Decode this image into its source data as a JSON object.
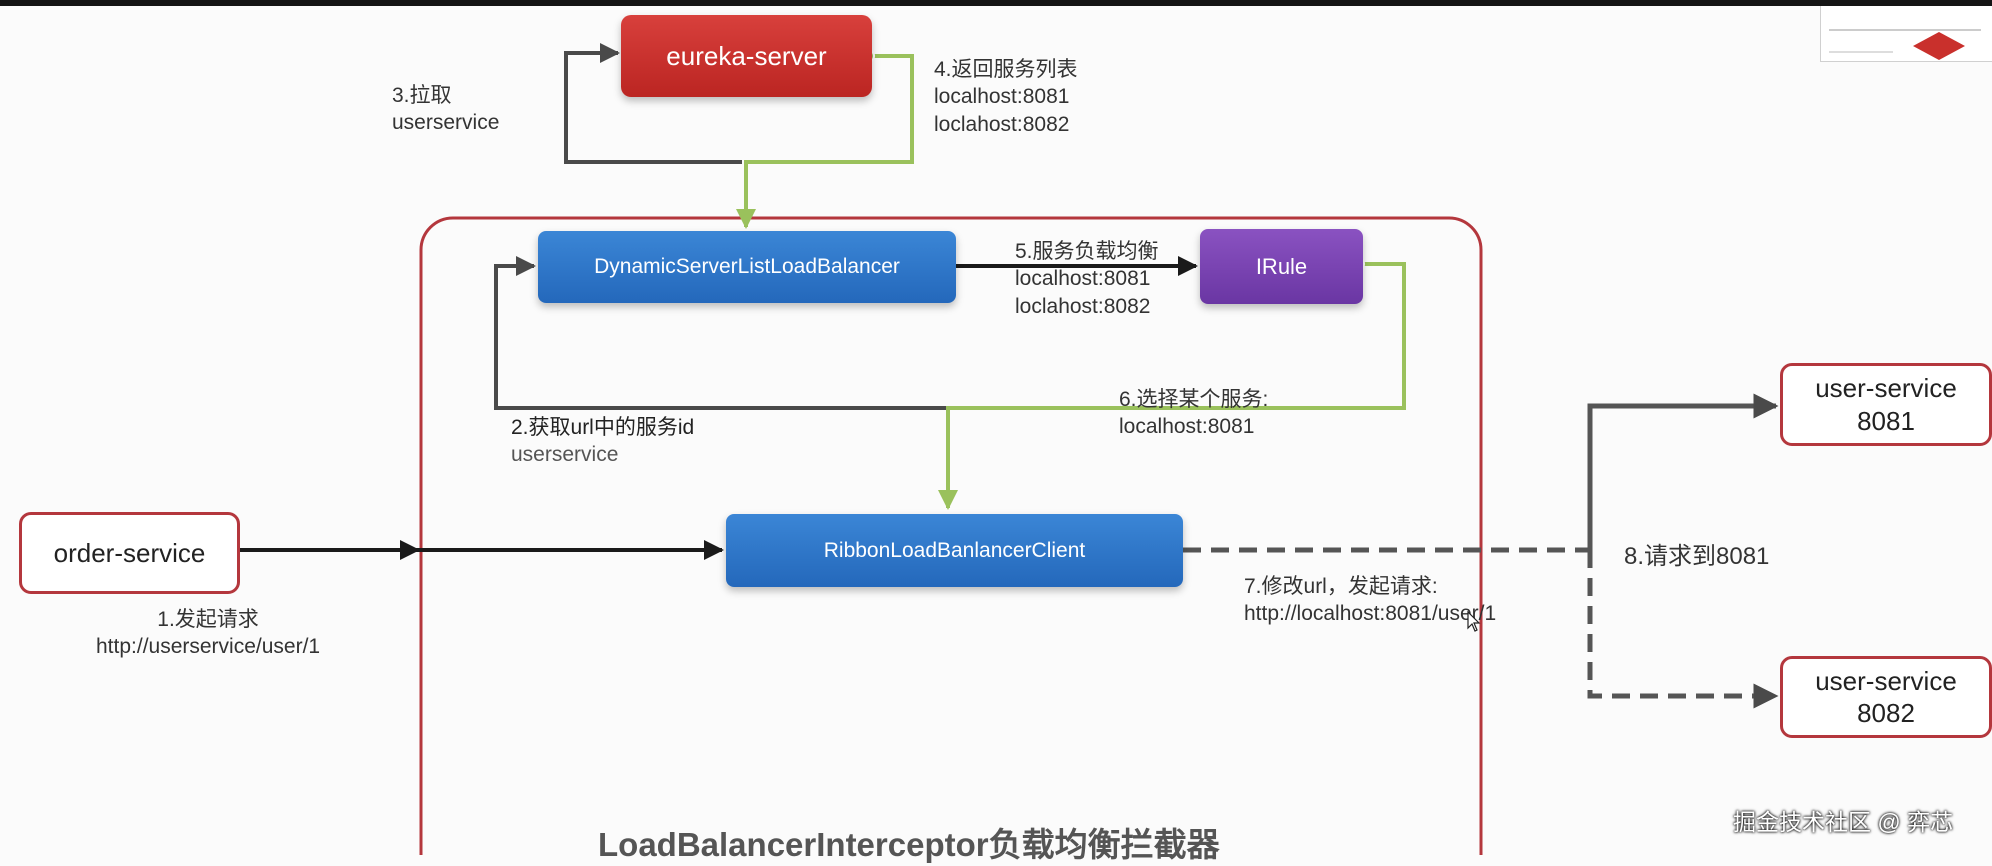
{
  "container": {
    "title": "LoadBalancerInterceptor负载均衡拦截器"
  },
  "nodes": {
    "eureka_server": "eureka-server",
    "dynamic_lb": "DynamicServerListLoadBalancer",
    "irule": "IRule",
    "ribbon_client": "RibbonLoadBanlancerClient",
    "order_service": "order-service",
    "user_service_1": {
      "name": "user-service",
      "port": "8081"
    },
    "user_service_2": {
      "name": "user-service",
      "port": "8082"
    }
  },
  "steps": {
    "s1": {
      "title": "1.发起请求",
      "detail": "http://userservice/user/1"
    },
    "s2": {
      "title": "2.获取url中的服务id",
      "detail": "userservice"
    },
    "s3": {
      "title": "3.拉取",
      "detail": "userservice"
    },
    "s4": {
      "title": "4.返回服务列表",
      "line1": "localhost:8081",
      "line2": "loclahost:8082"
    },
    "s5": {
      "title": "5.服务负载均衡",
      "line1": "localhost:8081",
      "line2": "loclahost:8082"
    },
    "s6": {
      "title": "6.选择某个服务:",
      "detail": "localhost:8081"
    },
    "s7": {
      "title": "7.修改url，发起请求:",
      "detail": "http://localhost:8081/user/1"
    },
    "s8": {
      "title": "8.请求到8081"
    }
  },
  "watermark": "掘金技术社区 @ 弈芯",
  "colors": {
    "request_arrow": "#1a1a1a",
    "control_arrow": "#4a4a4a",
    "response_arrow": "#9ac15c",
    "container_border": "#b4373d",
    "eureka": "#c9302c",
    "component": "#2f75c8",
    "rule": "#7b45b3"
  }
}
